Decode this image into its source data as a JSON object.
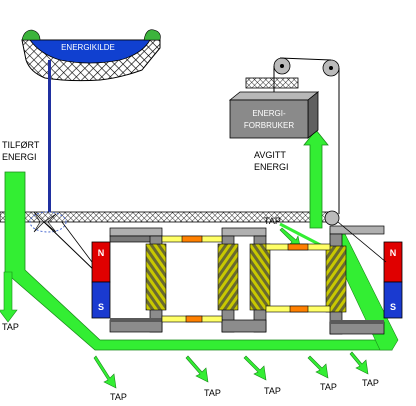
{
  "diagram": {
    "source_label": "ENERGIKILDE",
    "consumer_label_line1": "ENERGI-",
    "consumer_label_line2": "FORBRUKER",
    "input_label_line1": "TILFØRT",
    "input_label_line2": "ENERGI",
    "output_label_line1": "AVGITT",
    "output_label_line2": "ENERGI",
    "loss_label": "TAP",
    "magnet_north": "N",
    "magnet_south": "S"
  },
  "colors": {
    "energy_flow": "#33ee33",
    "water": "#1040d0",
    "pipe": "#2030a0",
    "consumer_box": "#8a8a8a",
    "core": "#8c8c8c",
    "coil_stripe": "#c8c800",
    "link_bar": "#ffff66",
    "link_orange": "#ff8000",
    "magnet_north": "#e00000",
    "magnet_south": "#1a3ad0",
    "hatch": "#000000"
  }
}
